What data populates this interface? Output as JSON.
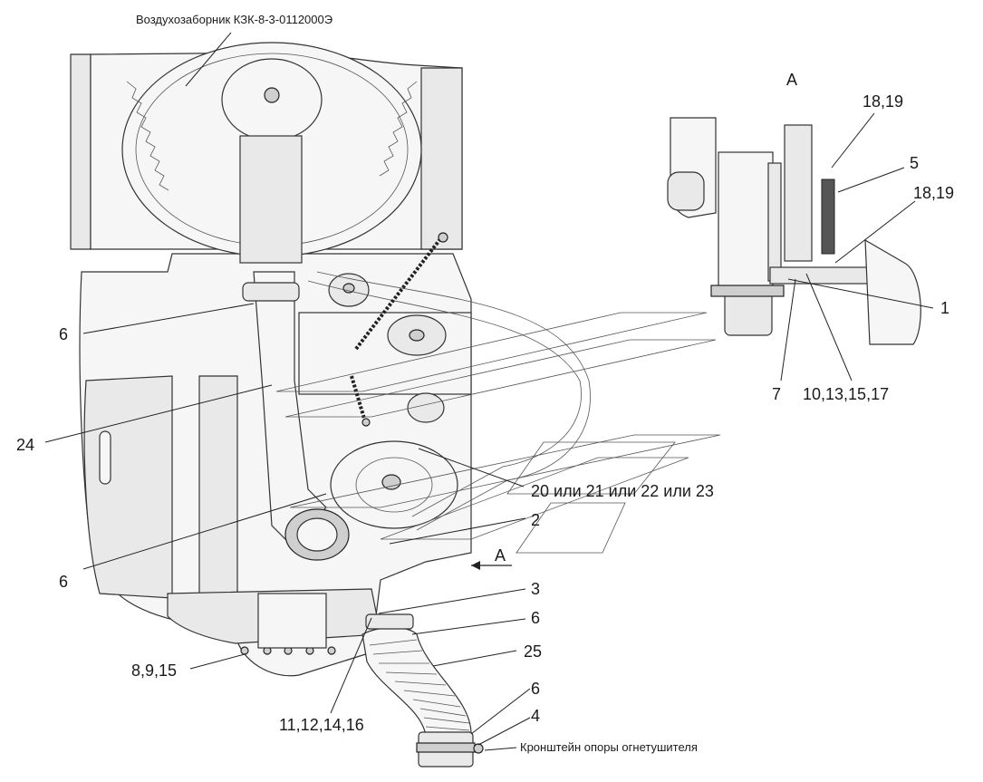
{
  "labels": {
    "air_intake": "Воздухозаборник КЗК-8-3-0112000Э",
    "view_a_title": "А",
    "view_a_arrow": "А",
    "callout_18_19_top": "18,19",
    "callout_5": "5",
    "callout_18_19_mid": "18,19",
    "callout_1": "1",
    "callout_7": "7",
    "callout_10_13_15_17": "10,13,15,17",
    "callout_6_upper": "6",
    "callout_24": "24",
    "callout_20_23": "20 или 21 или 22 или 23",
    "callout_2": "2",
    "callout_6_middle": "6",
    "callout_3": "3",
    "callout_6_lower": "6",
    "callout_25": "25",
    "callout_8_9_15": "8,9,15",
    "callout_11_12_14_16": "11,12,14,16",
    "callout_6_bottom": "6",
    "callout_4": "4",
    "extinguisher_bracket": "Кронштейн опоры огнетушителя"
  }
}
